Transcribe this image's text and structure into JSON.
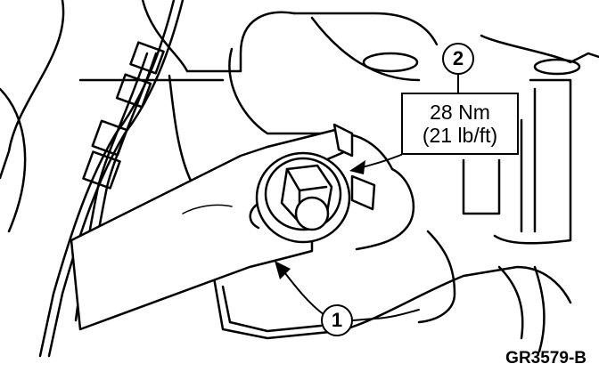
{
  "callouts": [
    {
      "number": "1",
      "target": "retaining-bracket"
    },
    {
      "number": "2",
      "target": "bolt"
    }
  ],
  "torque_spec": {
    "metric": "28 Nm",
    "imperial": "(21 lb/ft)"
  },
  "figure_code": "GR3579-B",
  "colors": {
    "line": "#000000",
    "background": "#ffffff"
  }
}
